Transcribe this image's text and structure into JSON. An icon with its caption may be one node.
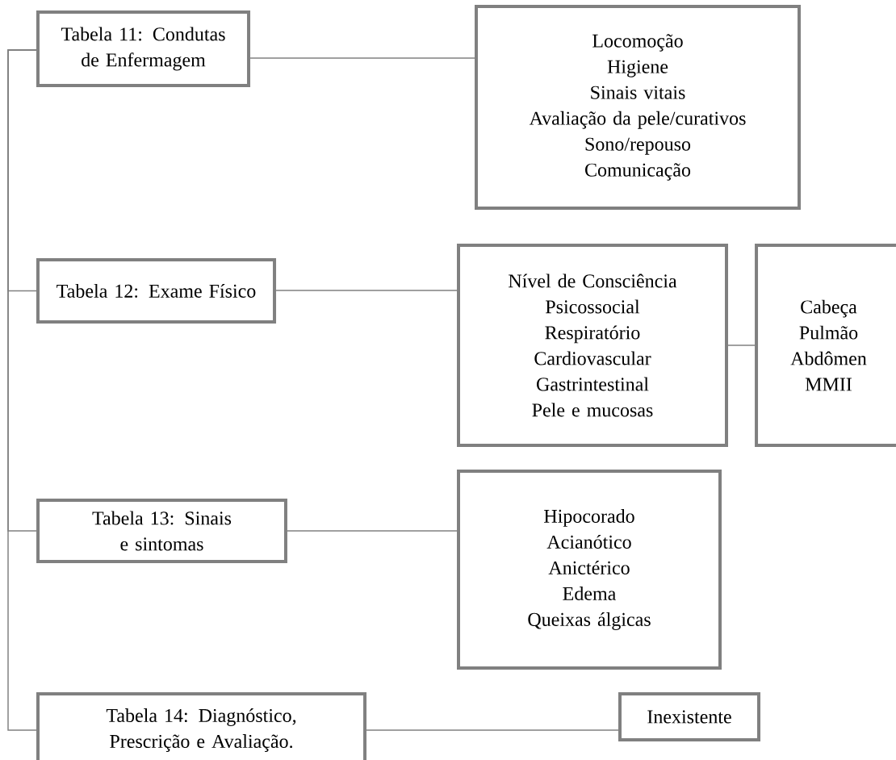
{
  "diagram": {
    "nodes": [
      {
        "text": [
          "Tabela 11: Condutas de Enfermagem"
        ]
      },
      {
        "text": [
          "Locomoção",
          "Higiene",
          "Sinais vitais",
          "Avaliação da pele/curativos",
          "Sono/repouso",
          "Comunicação"
        ]
      },
      {
        "text": [
          "Tabela 12: Exame Físico"
        ]
      },
      {
        "text": [
          "Nível de Consciência",
          "Psicossocial",
          "Respiratório",
          "Cardiovascular",
          "Gastrintestinal",
          "Pele e mucosas"
        ]
      },
      {
        "text": [
          "Cabeça",
          "Pulmão",
          "Abdômen",
          "MMII"
        ]
      },
      {
        "text": [
          "Tabela 13: Sinais e sintomas"
        ]
      },
      {
        "text": [
          "Hipocorado",
          "Acianótico",
          "Anictérico",
          "Edema",
          "Queixas álgicas"
        ]
      },
      {
        "text": [
          "Tabela 14: Diagnóstico, Prescrição e Avaliação."
        ]
      },
      {
        "text": [
          "Inexistente"
        ]
      }
    ],
    "edges": [
      {
        "from": 0,
        "to": 1,
        "arrow": "none"
      },
      {
        "from": 0,
        "to": 2,
        "arrow": "none"
      },
      {
        "from": 0,
        "to": 5,
        "arrow": "none"
      },
      {
        "from": 0,
        "to": 7,
        "arrow": "none"
      },
      {
        "from": 2,
        "to": 3,
        "arrow": "none"
      },
      {
        "from": 3,
        "to": 4,
        "arrow": "none"
      },
      {
        "from": 5,
        "to": 6,
        "arrow": "none"
      },
      {
        "from": 7,
        "to": 8,
        "arrow": "none"
      }
    ]
  }
}
